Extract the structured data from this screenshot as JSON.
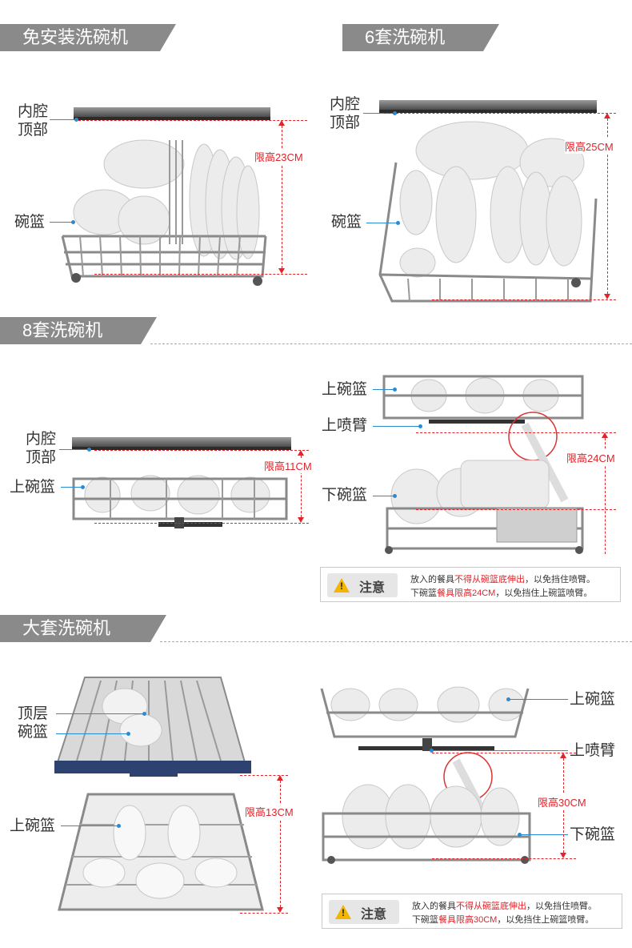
{
  "sections": {
    "s1": "免安装洗碗机",
    "s2": "6套洗碗机",
    "s3": "8套洗碗机",
    "s4": "大套洗碗机"
  },
  "labels": {
    "cavity_top_1": "内腔",
    "cavity_top_2": "顶部",
    "bowl_basket": "碗篮",
    "upper_basket": "上碗篮",
    "upper_spray_arm": "上喷臂",
    "lower_basket": "下碗篮",
    "top_layer_1": "顶层",
    "top_layer_2": "碗篮"
  },
  "limits": {
    "p1": "限高23CM",
    "p2": "限高25CM",
    "p3": "限高11CM",
    "p4": "限高24CM",
    "p5": "限高13CM",
    "p6": "限高30CM"
  },
  "notice1": {
    "title": "注意",
    "warn_mark": "!",
    "l1a": "放入的餐具",
    "l1b": "不得从碗篮底伸出",
    "l1c": "，以免挡住喷臂。",
    "l2a": "下碗篮",
    "l2b": "餐具限高24CM",
    "l2c": "，以免挡住上碗篮喷臂。"
  },
  "notice2": {
    "title": "注意",
    "warn_mark": "!",
    "l1a": "放入的餐具",
    "l1b": "不得从碗篮底伸出",
    "l1c": "，以免挡住喷臂。",
    "l2a": "下碗篮",
    "l2b": "餐具限高30CM",
    "l2c": "，以免挡住上碗篮喷臂。"
  }
}
